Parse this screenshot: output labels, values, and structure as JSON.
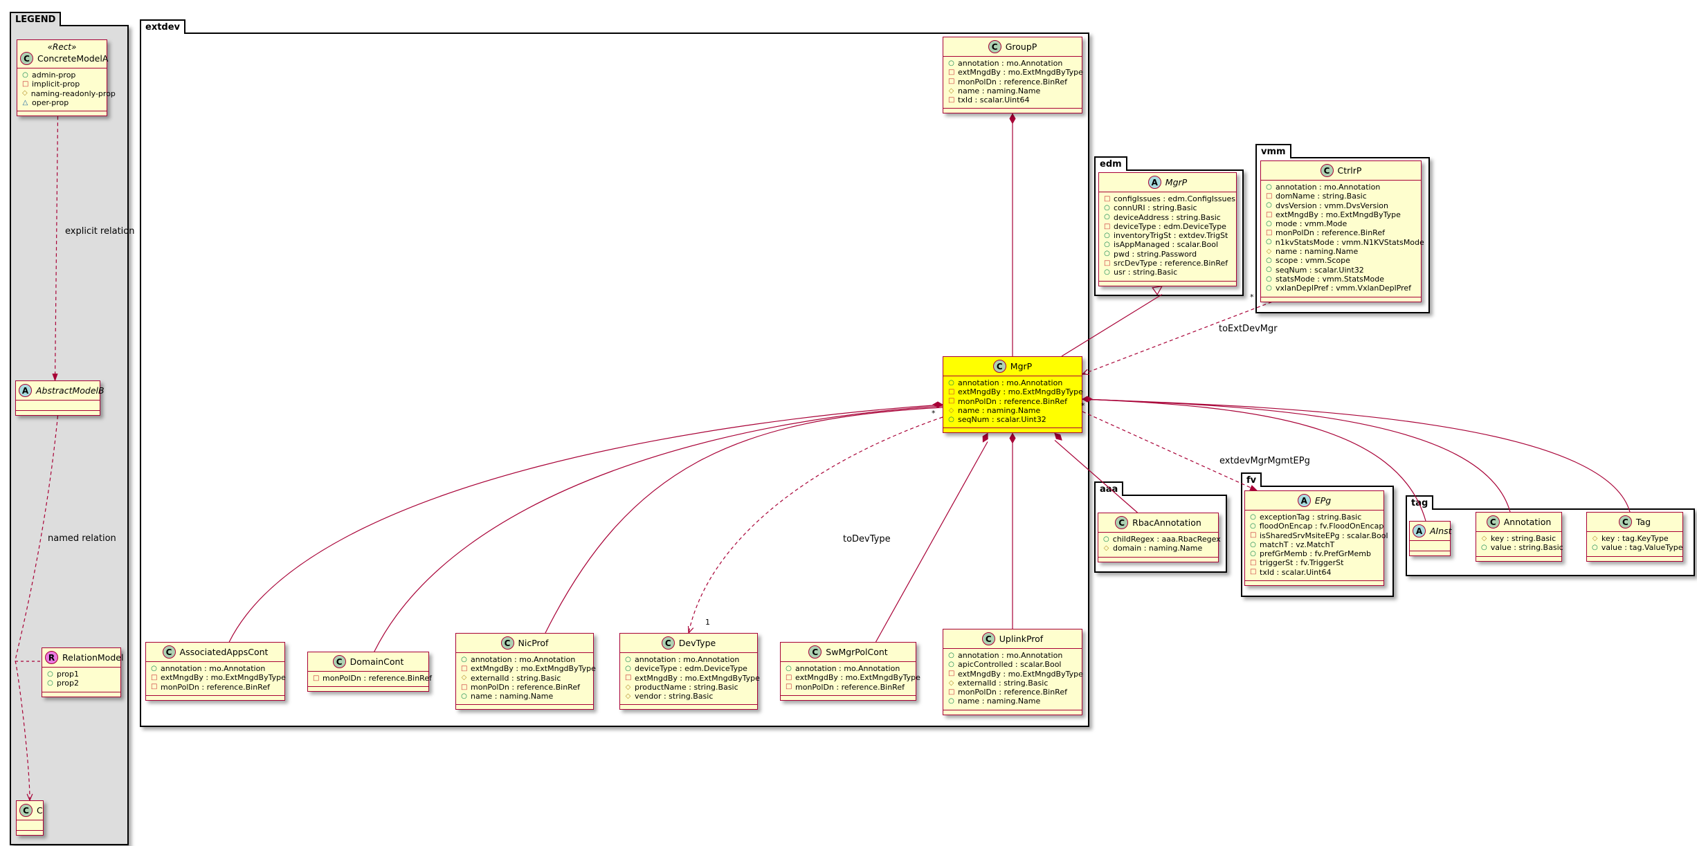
{
  "colors": {
    "line": "#a80036",
    "class_fill": "#fefece",
    "highlight": "#ffff00",
    "legend_bg": "#dddddd"
  },
  "packages": {
    "legend": "LEGEND",
    "extdev": "extdev",
    "edm": "edm",
    "vmm": "vmm",
    "aaa": "aaa",
    "fv": "fv",
    "tag": "tag"
  },
  "classes": {
    "ConcreteModelA": {
      "name": "ConcreteModelA",
      "kind": "C",
      "stereotype": "«Rect»",
      "attrs": [
        {
          "vis": "+",
          "text": "admin-prop"
        },
        {
          "vis": "-",
          "text": "implicit-prop"
        },
        {
          "vis": "#",
          "text": "naming-readonly-prop"
        },
        {
          "vis": "~",
          "text": "oper-prop"
        }
      ]
    },
    "AbstractModelB": {
      "name": "AbstractModelB",
      "kind": "A",
      "attrs": []
    },
    "RelationModel": {
      "name": "RelationModel",
      "kind": "R",
      "attrs": [
        {
          "vis": "+",
          "text": "prop1"
        },
        {
          "vis": "+",
          "text": "prop2"
        }
      ]
    },
    "C": {
      "name": "C",
      "kind": "C",
      "attrs": []
    },
    "GroupP": {
      "name": "GroupP",
      "kind": "C",
      "attrs": [
        {
          "vis": "+",
          "text": "annotation : mo.Annotation"
        },
        {
          "vis": "-",
          "text": "extMngdBy : mo.ExtMngdByType"
        },
        {
          "vis": "-",
          "text": "monPolDn : reference.BinRef"
        },
        {
          "vis": "#",
          "text": "name : naming.Name"
        },
        {
          "vis": "-",
          "text": "txId : scalar.Uint64"
        }
      ]
    },
    "MgrP": {
      "name": "MgrP",
      "kind": "C",
      "highlight": true,
      "attrs": [
        {
          "vis": "+",
          "text": "annotation : mo.Annotation"
        },
        {
          "vis": "-",
          "text": "extMngdBy : mo.ExtMngdByType"
        },
        {
          "vis": "-",
          "text": "monPolDn : reference.BinRef"
        },
        {
          "vis": "#",
          "text": "name : naming.Name"
        },
        {
          "vis": "+",
          "text": "seqNum : scalar.Uint32"
        }
      ]
    },
    "MgrPEdm": {
      "name": "MgrP",
      "kind": "A",
      "attrs": [
        {
          "vis": "-",
          "text": "configIssues : edm.ConfigIssues"
        },
        {
          "vis": "+",
          "text": "connURI : string.Basic"
        },
        {
          "vis": "+",
          "text": "deviceAddress : string.Basic"
        },
        {
          "vis": "-",
          "text": "deviceType : edm.DeviceType"
        },
        {
          "vis": "+",
          "text": "inventoryTrigSt : extdev.TrigSt"
        },
        {
          "vis": "+",
          "text": "isAppManaged : scalar.Bool"
        },
        {
          "vis": "+",
          "text": "pwd : string.Password"
        },
        {
          "vis": "-",
          "text": "srcDevType : reference.BinRef"
        },
        {
          "vis": "+",
          "text": "usr : string.Basic"
        }
      ]
    },
    "CtrlrP": {
      "name": "CtrlrP",
      "kind": "C",
      "attrs": [
        {
          "vis": "+",
          "text": "annotation : mo.Annotation"
        },
        {
          "vis": "-",
          "text": "domName : string.Basic"
        },
        {
          "vis": "+",
          "text": "dvsVersion : vmm.DvsVersion"
        },
        {
          "vis": "-",
          "text": "extMngdBy : mo.ExtMngdByType"
        },
        {
          "vis": "+",
          "text": "mode : vmm.Mode"
        },
        {
          "vis": "-",
          "text": "monPolDn : reference.BinRef"
        },
        {
          "vis": "+",
          "text": "n1kvStatsMode : vmm.N1KVStatsMode"
        },
        {
          "vis": "#",
          "text": "name : naming.Name"
        },
        {
          "vis": "+",
          "text": "scope : vmm.Scope"
        },
        {
          "vis": "+",
          "text": "seqNum : scalar.Uint32"
        },
        {
          "vis": "+",
          "text": "statsMode : vmm.StatsMode"
        },
        {
          "vis": "+",
          "text": "vxlanDeplPref : vmm.VxlanDeplPref"
        }
      ]
    },
    "RbacAnnotation": {
      "name": "RbacAnnotation",
      "kind": "C",
      "attrs": [
        {
          "vis": "+",
          "text": "childRegex : aaa.RbacRegex"
        },
        {
          "vis": "#",
          "text": "domain : naming.Name"
        }
      ]
    },
    "EPg": {
      "name": "EPg",
      "kind": "A",
      "attrs": [
        {
          "vis": "+",
          "text": "exceptionTag : string.Basic"
        },
        {
          "vis": "+",
          "text": "floodOnEncap : fv.FloodOnEncap"
        },
        {
          "vis": "-",
          "text": "isSharedSrvMsiteEPg : scalar.Bool"
        },
        {
          "vis": "+",
          "text": "matchT : vz.MatchT"
        },
        {
          "vis": "+",
          "text": "prefGrMemb : fv.PrefGrMemb"
        },
        {
          "vis": "-",
          "text": "triggerSt : fv.TriggerSt"
        },
        {
          "vis": "-",
          "text": "txId : scalar.Uint64"
        }
      ]
    },
    "AInst": {
      "name": "AInst",
      "kind": "A",
      "attrs": []
    },
    "Annotation": {
      "name": "Annotation",
      "kind": "C",
      "attrs": [
        {
          "vis": "#",
          "text": "key : string.Basic"
        },
        {
          "vis": "+",
          "text": "value : string.Basic"
        }
      ]
    },
    "Tag": {
      "name": "Tag",
      "kind": "C",
      "attrs": [
        {
          "vis": "#",
          "text": "key : tag.KeyType"
        },
        {
          "vis": "+",
          "text": "value : tag.ValueType"
        }
      ]
    },
    "AssociatedAppsCont": {
      "name": "AssociatedAppsCont",
      "kind": "C",
      "attrs": [
        {
          "vis": "+",
          "text": "annotation : mo.Annotation"
        },
        {
          "vis": "-",
          "text": "extMngdBy : mo.ExtMngdByType"
        },
        {
          "vis": "-",
          "text": "monPolDn : reference.BinRef"
        }
      ]
    },
    "DomainCont": {
      "name": "DomainCont",
      "kind": "C",
      "attrs": [
        {
          "vis": "-",
          "text": "monPolDn : reference.BinRef"
        }
      ]
    },
    "NicProf": {
      "name": "NicProf",
      "kind": "C",
      "attrs": [
        {
          "vis": "+",
          "text": "annotation : mo.Annotation"
        },
        {
          "vis": "-",
          "text": "extMngdBy : mo.ExtMngdByType"
        },
        {
          "vis": "#",
          "text": "externalId : string.Basic"
        },
        {
          "vis": "-",
          "text": "monPolDn : reference.BinRef"
        },
        {
          "vis": "+",
          "text": "name : naming.Name"
        }
      ]
    },
    "DevType": {
      "name": "DevType",
      "kind": "C",
      "attrs": [
        {
          "vis": "+",
          "text": "annotation : mo.Annotation"
        },
        {
          "vis": "+",
          "text": "deviceType : edm.DeviceType"
        },
        {
          "vis": "-",
          "text": "extMngdBy : mo.ExtMngdByType"
        },
        {
          "vis": "#",
          "text": "productName : string.Basic"
        },
        {
          "vis": "#",
          "text": "vendor : string.Basic"
        }
      ]
    },
    "SwMgrPolCont": {
      "name": "SwMgrPolCont",
      "kind": "C",
      "attrs": [
        {
          "vis": "+",
          "text": "annotation : mo.Annotation"
        },
        {
          "vis": "-",
          "text": "extMngdBy : mo.ExtMngdByType"
        },
        {
          "vis": "-",
          "text": "monPolDn : reference.BinRef"
        }
      ]
    },
    "UplinkProf": {
      "name": "UplinkProf",
      "kind": "C",
      "attrs": [
        {
          "vis": "+",
          "text": "annotation : mo.Annotation"
        },
        {
          "vis": "+",
          "text": "apicControlled : scalar.Bool"
        },
        {
          "vis": "-",
          "text": "extMngdBy : mo.ExtMngdByType"
        },
        {
          "vis": "#",
          "text": "externalId : string.Basic"
        },
        {
          "vis": "-",
          "text": "monPolDn : reference.BinRef"
        },
        {
          "vis": "+",
          "text": "name : naming.Name"
        }
      ]
    }
  },
  "labels": {
    "explicit": "explicit relation",
    "named": "named relation",
    "toExtDevMgr": "toExtDevMgr",
    "extdevMgrMgmtEPg": "extdevMgrMgmtEPg",
    "toDevType": "toDevType",
    "mult_star_a": "*",
    "mult_star_b": "*",
    "mult_star_c": "*",
    "mult_one": "1"
  }
}
